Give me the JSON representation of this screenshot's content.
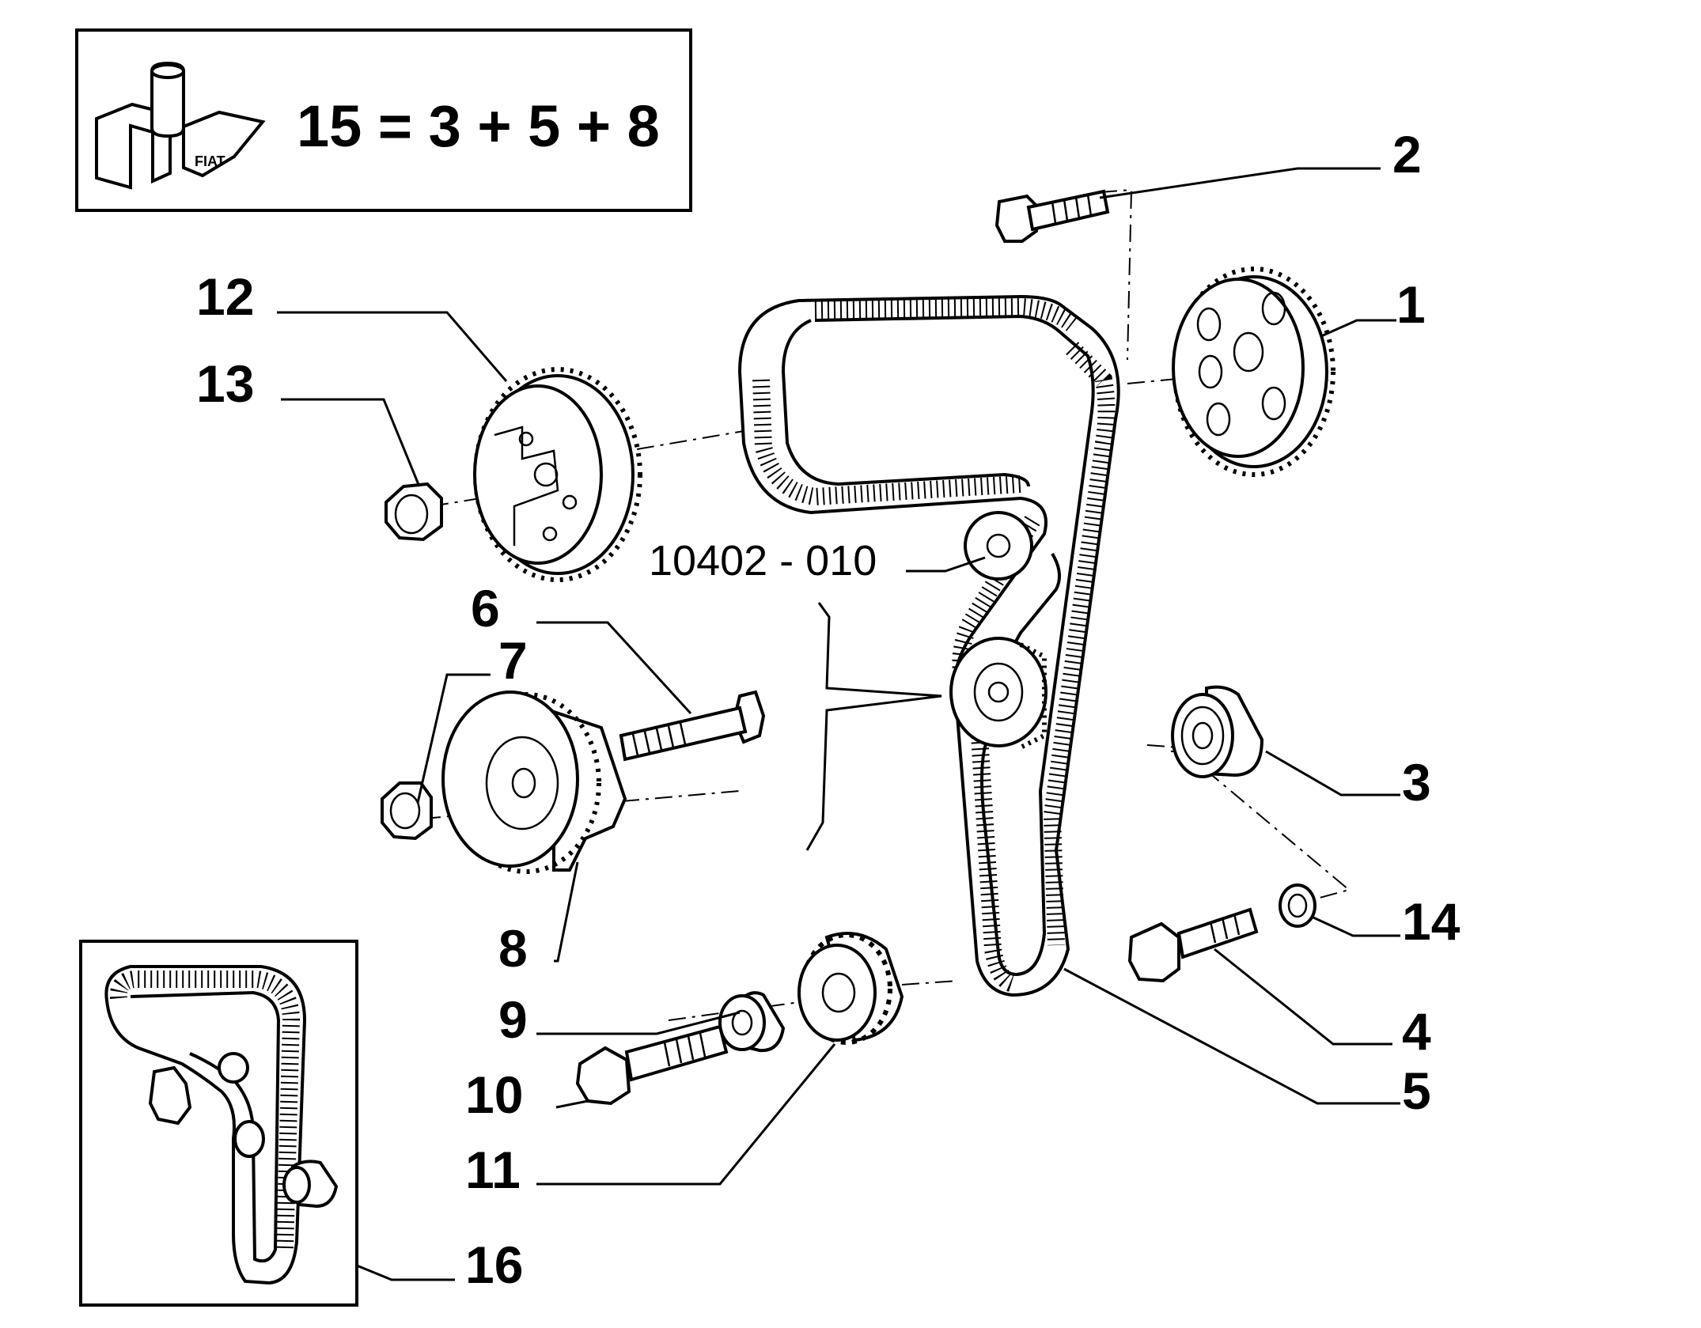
{
  "legend": {
    "formula": "15 = 3 + 5 + 8",
    "kit_icon": "kit-box-icon",
    "brand_marks": [
      "FIAT"
    ]
  },
  "code_label": "10402 - 010",
  "callouts": {
    "c1": "1",
    "c2": "2",
    "c3": "3",
    "c4": "4",
    "c5": "5",
    "c6": "6",
    "c7": "7",
    "c8": "8",
    "c9": "9",
    "c10": "10",
    "c11": "11",
    "c12": "12",
    "c13": "13",
    "c14": "14",
    "c16": "16"
  }
}
